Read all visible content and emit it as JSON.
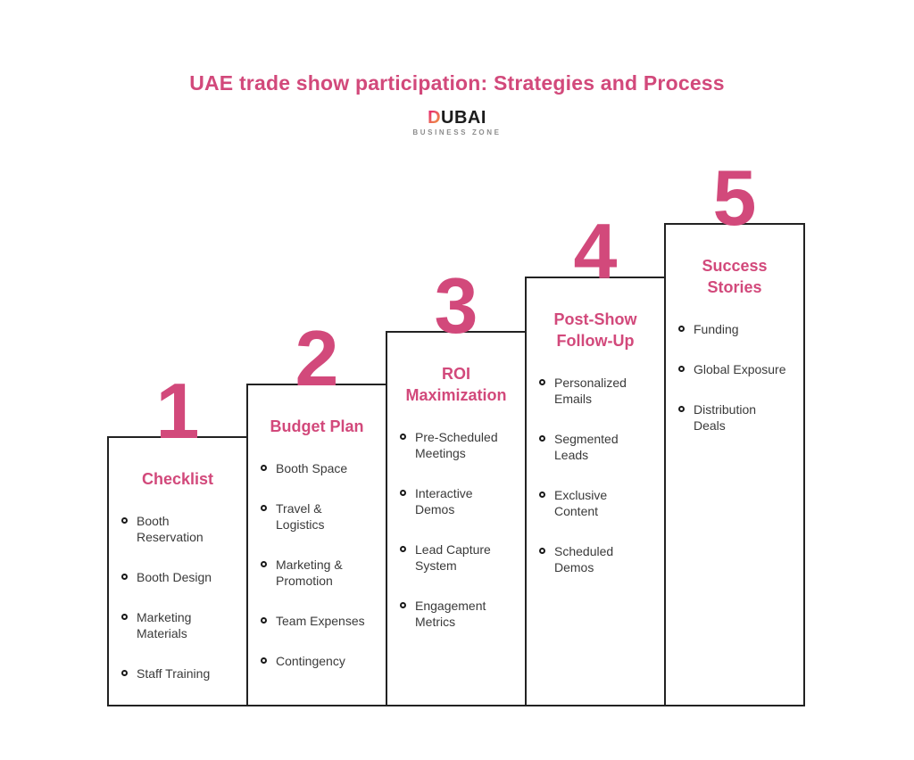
{
  "title": "UAE trade show participation: Strategies and Process",
  "logo": {
    "brand_first_letter": "D",
    "brand_rest": "UBAI",
    "tagline": "BUSINESS ZONE"
  },
  "colors": {
    "accent_pink": "#d2497b",
    "body_text": "#3a3a3a",
    "box_border": "#222222",
    "background": "#ffffff",
    "logo_gradient_start": "#e7336f",
    "logo_gradient_end": "#f09a3e",
    "logo_tagline_gray": "#8d8d8d"
  },
  "steps": [
    {
      "number": "1",
      "title": "Checklist",
      "items": [
        "Booth\nReservation",
        "Booth Design",
        "Marketing\nMaterials",
        "Staff Training"
      ]
    },
    {
      "number": "2",
      "title": "Budget Plan",
      "items": [
        "Booth Space",
        "Travel &\nLogistics",
        "Marketing &\nPromotion",
        "Team Expenses",
        "Contingency"
      ]
    },
    {
      "number": "3",
      "title": "ROI\nMaximization",
      "items": [
        "Pre-Scheduled\nMeetings",
        "Interactive\nDemos",
        "Lead Capture\nSystem",
        "Engagement\nMetrics"
      ]
    },
    {
      "number": "4",
      "title": "Post-Show\nFollow-Up",
      "items": [
        "Personalized\nEmails",
        "Segmented\nLeads",
        "Exclusive\nContent",
        "Scheduled\nDemos"
      ]
    },
    {
      "number": "5",
      "title": "Success\nStories",
      "items": [
        "Funding",
        "Global Exposure",
        "Distribution\nDeals"
      ]
    }
  ]
}
